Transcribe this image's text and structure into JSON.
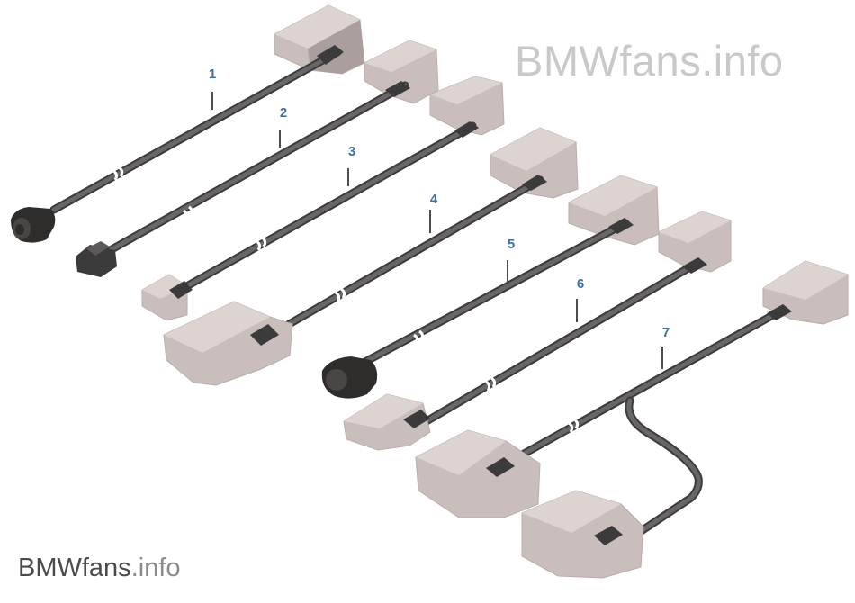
{
  "watermark_top": "BMWfans.info",
  "watermark_bottom": {
    "bold_part": "BMWfans",
    "thin_part": ".info"
  },
  "callouts": [
    "1",
    "2",
    "3",
    "4",
    "5",
    "6",
    "7"
  ],
  "colors": {
    "callout": "#3d6fa3",
    "cable": "#3b3b3b",
    "connector": "#c9bebb",
    "watermark": "#c9c9c9"
  }
}
